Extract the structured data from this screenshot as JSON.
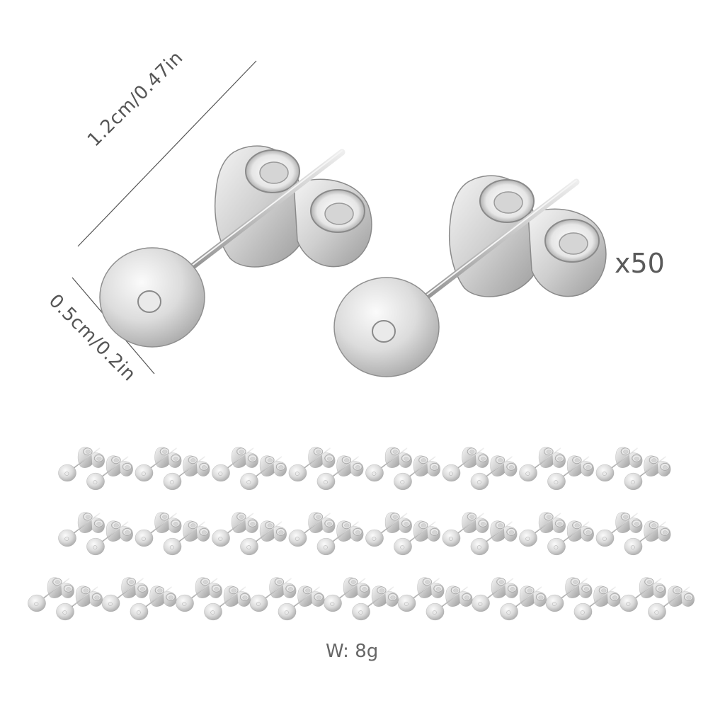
{
  "product": {
    "length_label": "1.2cm/0.47in",
    "pad_label": "0.5cm/0.2in",
    "quantity_label": "x50",
    "weight_label": "W: 8g"
  },
  "colors": {
    "metal_light": "#f0f0f0",
    "metal_mid": "#c8c8c8",
    "metal_dark": "#8a8a8a",
    "text": "#555555",
    "dimension_line": "#555555"
  },
  "thumbnails": {
    "rows": [
      8,
      8,
      9
    ]
  }
}
